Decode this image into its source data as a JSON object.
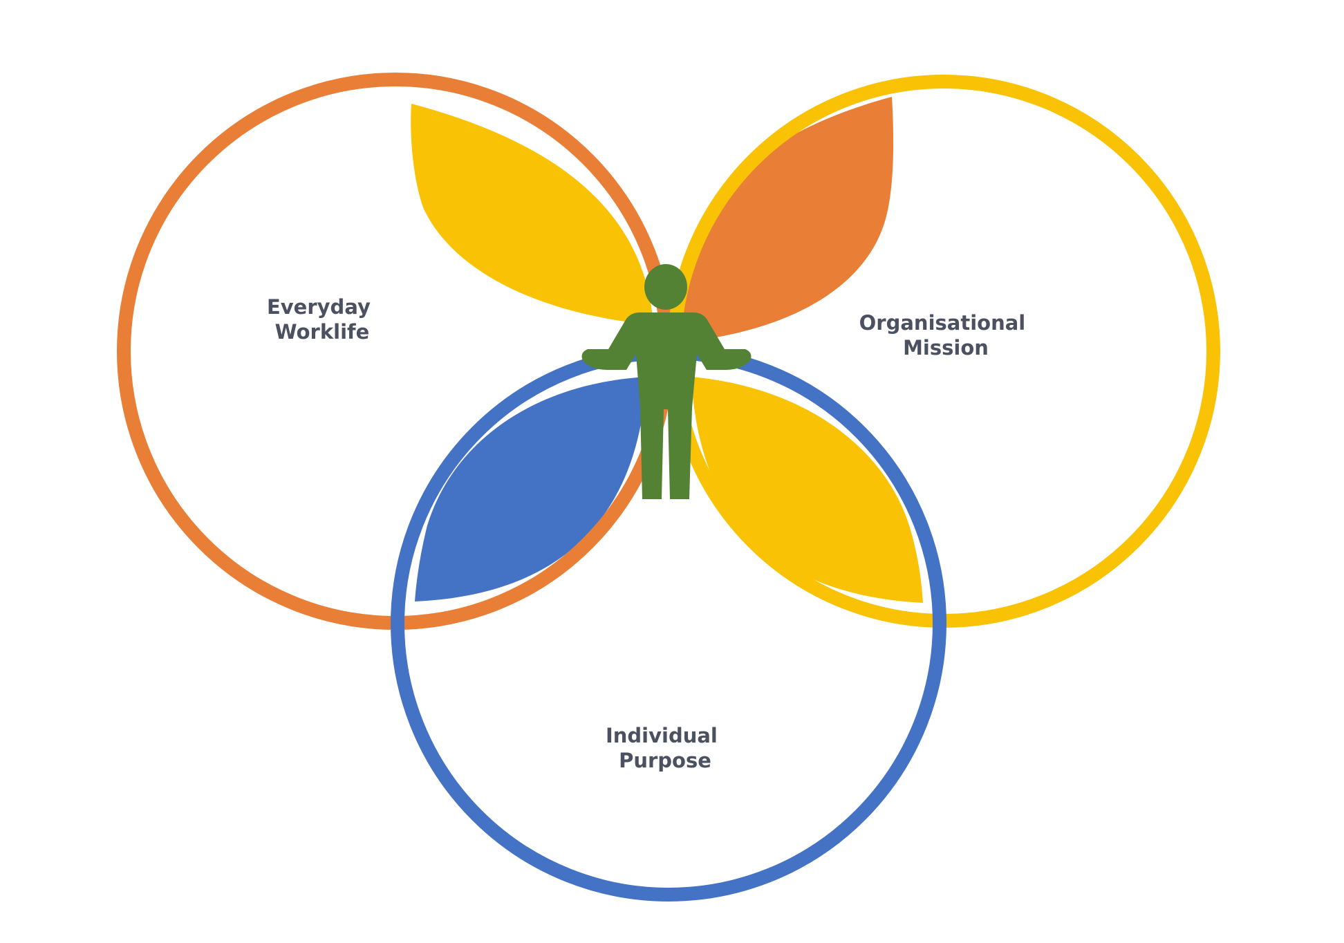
{
  "diagram": {
    "circles": {
      "everyday_worklife": {
        "line1": "Everyday",
        "line2": "Worklife"
      },
      "organisational_mission": {
        "line1": "Organisational",
        "line2": "Mission"
      },
      "individual_purpose": {
        "line1": "Individual",
        "line2": "Purpose"
      }
    },
    "icon": "person-icon"
  },
  "colors": {
    "orange": "#E97F37",
    "yellow": "#F9C204",
    "blue": "#4472C4",
    "green": "#548235",
    "label": "#4B5160",
    "background": "#FFFFFF"
  }
}
